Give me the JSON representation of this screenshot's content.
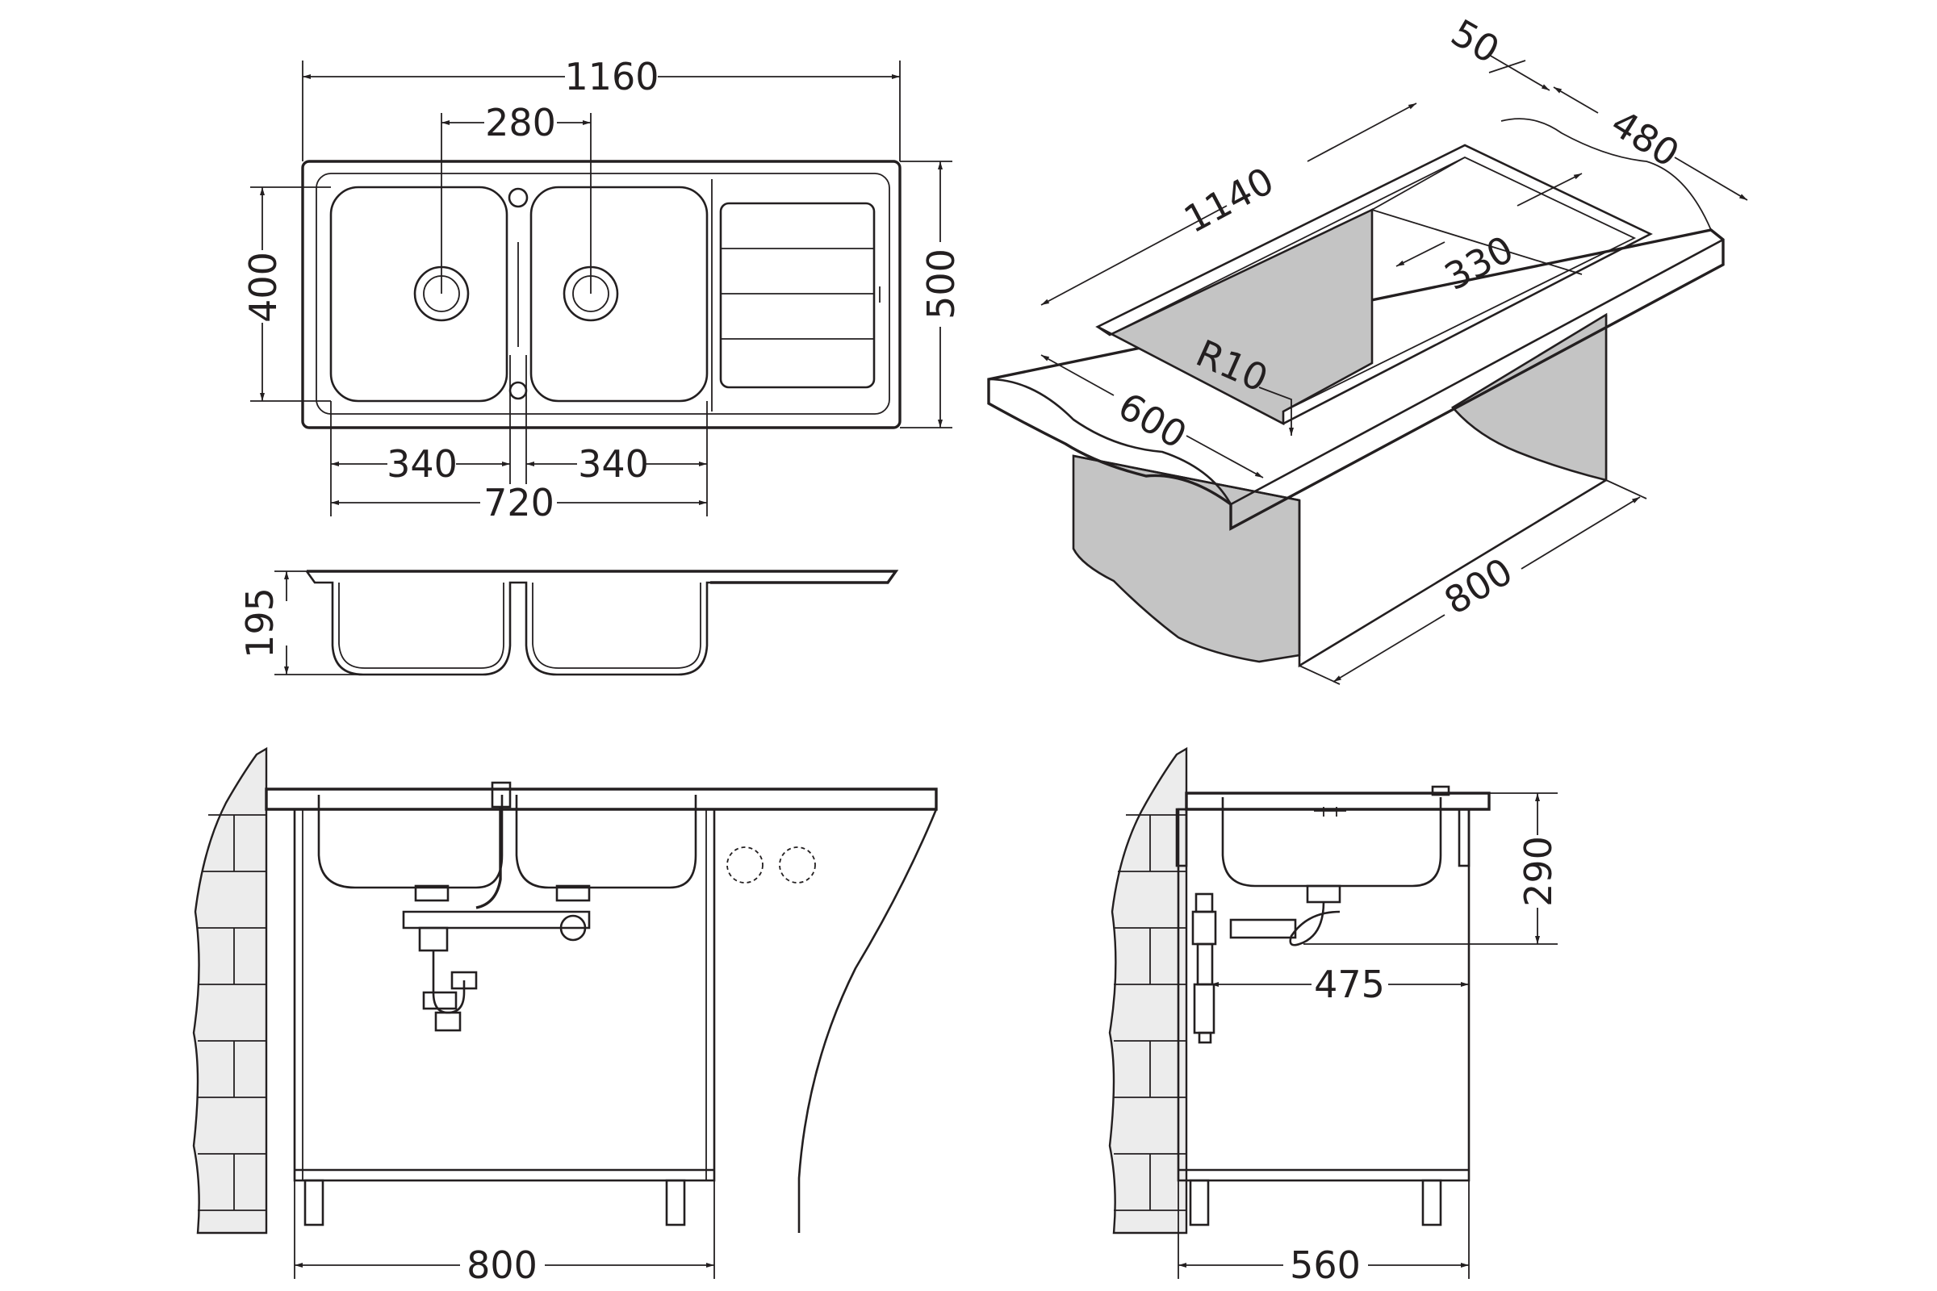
{
  "colors": {
    "line": "#231f20",
    "shade": "#c4c4c4",
    "background": "#ffffff"
  },
  "top_view": {
    "overall_length": "1160",
    "bowl_center_distance": "280",
    "bowl_depth_inner": "400",
    "overall_width": "500",
    "left_bowl_width": "340",
    "right_bowl_width": "340",
    "bowls_total_width": "720"
  },
  "side_view": {
    "depth": "195"
  },
  "iso_view": {
    "length": "1140",
    "rim": "50",
    "depth_front": "480",
    "inner_depth": "330",
    "corner_radius": "R10",
    "cabinet_depth": "600",
    "cabinet_width": "800"
  },
  "front_install": {
    "cabinet_width": "800"
  },
  "side_install": {
    "height": "290",
    "drain_offset": "475",
    "cabinet_depth": "560"
  }
}
